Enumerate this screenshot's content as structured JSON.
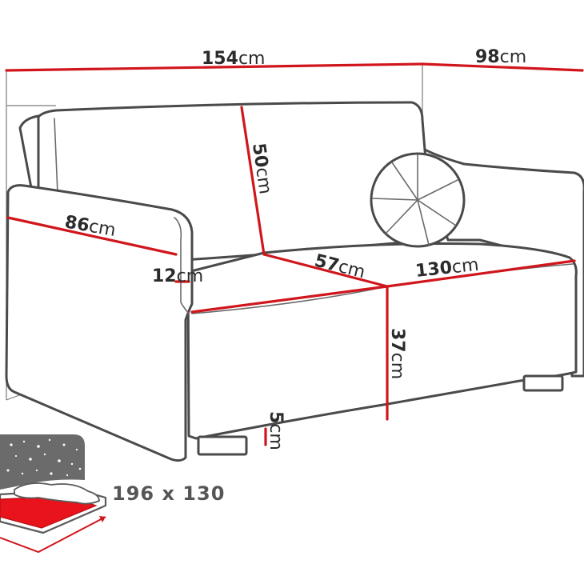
{
  "dimensions": {
    "total_width": {
      "value": "154",
      "unit": "cm"
    },
    "total_depth": {
      "value": "98",
      "unit": "cm"
    },
    "backrest_height": {
      "value": "50",
      "unit": "cm"
    },
    "armrest_length": {
      "value": "86",
      "unit": "cm"
    },
    "armrest_width": {
      "value": "12",
      "unit": "cm"
    },
    "seat_depth": {
      "value": "57",
      "unit": "cm"
    },
    "seat_width": {
      "value": "130",
      "unit": "cm"
    },
    "seat_height": {
      "value": "37",
      "unit": "cm"
    },
    "leg_height": {
      "value": "5",
      "unit": "cm"
    }
  },
  "sleeping_area": {
    "label": "196 x 130"
  },
  "colors": {
    "dimension_line": "#d0161c",
    "outline": "#4a4a4a",
    "text": "#2b2b2b",
    "bed_fill": "#e8131b",
    "night_sky": "#6b6b6b"
  },
  "icons": [
    "sofa-drawing-icon",
    "round-pillow-icon",
    "sleeping-function-icon",
    "night-sky-icon"
  ]
}
